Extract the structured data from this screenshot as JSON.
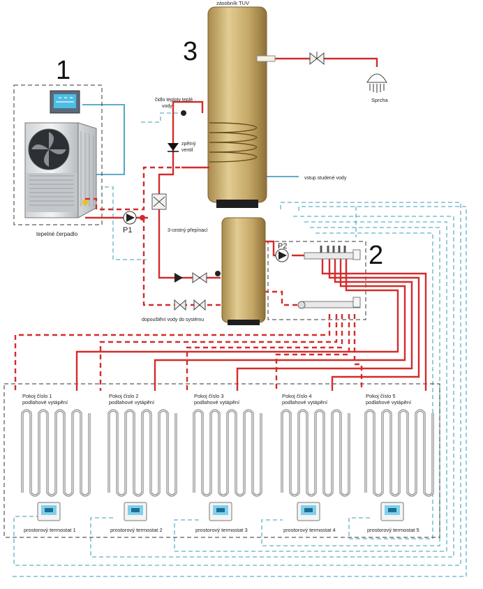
{
  "numbers": {
    "n1": "1",
    "n2": "2",
    "n3": "3"
  },
  "labels": {
    "tank_tuv": "zásobník TUV",
    "shower": "Sprcha",
    "temp_sensor_1": "čidlo teploty teplé",
    "temp_sensor_2": "vody",
    "check_valve_1": "zpětný",
    "check_valve_2": "ventil",
    "cold_water": "vstup studené vody",
    "three_way": "3-cestný přepínací",
    "heat_pump": "tepelné čerpadlo",
    "pump1": "P1",
    "pump2": "P2",
    "refill": "dopouštění vody do systému"
  },
  "rooms": [
    {
      "title": "Pokoj číslo 1",
      "subtitle": "podlahové vytápění",
      "thermostat": "prostorový termostat 1"
    },
    {
      "title": "Pokoj číslo 2",
      "subtitle": "podlahové vytápění",
      "thermostat": "prostorový termostat 2"
    },
    {
      "title": "Pokoj číslo 3",
      "subtitle": "podlahové vytápění",
      "thermostat": "prostorový termostat 3"
    },
    {
      "title": "Pokoj číslo 4",
      "subtitle": "podlahové vytápění",
      "thermostat": "prostorový termostat 4"
    },
    {
      "title": "Pokoj číslo 5",
      "subtitle": "podlahové vytápění",
      "thermostat": "prostorový termostat 5"
    }
  ],
  "colors": {
    "supply": "#d42b2b",
    "signal": "#2b8fb8",
    "tank": "#c9ad6a"
  }
}
